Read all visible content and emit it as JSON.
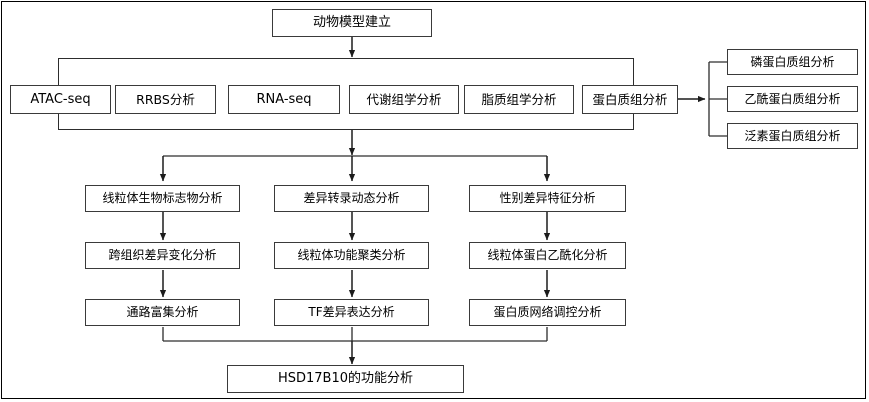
{
  "diagram": {
    "type": "flowchart",
    "title_box": {
      "label": "动物模型建立"
    },
    "omics_group": {
      "items": [
        {
          "label": "ATAC-seq"
        },
        {
          "label": "RRBS分析"
        },
        {
          "label": "RNA-seq"
        },
        {
          "label": "代谢组学分析"
        },
        {
          "label": "脂质组学分析"
        },
        {
          "label": "蛋白质组分析"
        }
      ]
    },
    "proteomics_branch": {
      "items": [
        {
          "label": "磷蛋白质组分析"
        },
        {
          "label": "乙酰蛋白质组分析"
        },
        {
          "label": "泛素蛋白质组分析"
        }
      ]
    },
    "analysis_columns": [
      {
        "steps": [
          {
            "label": "线粒体生物标志物分析"
          },
          {
            "label": "跨组织差异变化分析"
          },
          {
            "label": "通路富集分析"
          }
        ]
      },
      {
        "steps": [
          {
            "label": "差异转录动态分析"
          },
          {
            "label": "线粒体功能聚类分析"
          },
          {
            "label": "TF差异表达分析"
          }
        ]
      },
      {
        "steps": [
          {
            "label": "性别差异特征分析"
          },
          {
            "label": "线粒体蛋白乙酰化分析"
          },
          {
            "label": "蛋白质网络调控分析"
          }
        ]
      }
    ],
    "result_box": {
      "label": "HSD17B10的功能分析"
    },
    "colors": {
      "stroke": "#2d2d2d",
      "box_border": "#3a3a3a",
      "background": "#ffffff",
      "text": "#000000"
    }
  }
}
